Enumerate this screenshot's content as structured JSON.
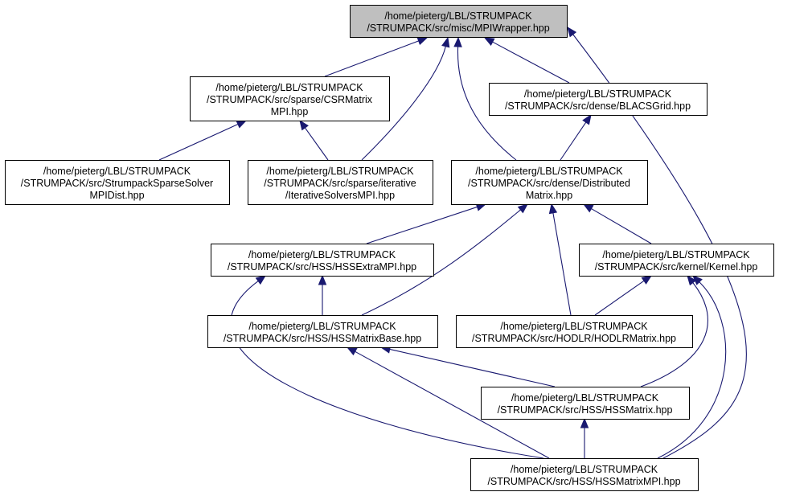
{
  "nodes": [
    {
      "id": "mpiwrapper",
      "lines": [
        "/home/pieterg/LBL/STRUMPACK",
        "/STRUMPACK/src/misc/MPIWrapper.hpp"
      ],
      "highlight": true
    },
    {
      "id": "csrmatrixmpi",
      "lines": [
        "/home/pieterg/LBL/STRUMPACK",
        "/STRUMPACK/src/sparse/CSRMatrix",
        "MPI.hpp"
      ]
    },
    {
      "id": "blacsgrid",
      "lines": [
        "/home/pieterg/LBL/STRUMPACK",
        "/STRUMPACK/src/dense/BLACSGrid.hpp"
      ]
    },
    {
      "id": "sparsesolvermpidist",
      "lines": [
        "/home/pieterg/LBL/STRUMPACK",
        "/STRUMPACK/src/StrumpackSparseSolver",
        "MPIDist.hpp"
      ]
    },
    {
      "id": "iterativesolversmpi",
      "lines": [
        "/home/pieterg/LBL/STRUMPACK",
        "/STRUMPACK/src/sparse/iterative",
        "/IterativeSolversMPI.hpp"
      ]
    },
    {
      "id": "distributedmatrix",
      "lines": [
        "/home/pieterg/LBL/STRUMPACK",
        "/STRUMPACK/src/dense/Distributed",
        "Matrix.hpp"
      ]
    },
    {
      "id": "hssextrampi",
      "lines": [
        "/home/pieterg/LBL/STRUMPACK",
        "/STRUMPACK/src/HSS/HSSExtraMPI.hpp"
      ]
    },
    {
      "id": "kernel",
      "lines": [
        "/home/pieterg/LBL/STRUMPACK",
        "/STRUMPACK/src/kernel/Kernel.hpp"
      ]
    },
    {
      "id": "hssmatrixbase",
      "lines": [
        "/home/pieterg/LBL/STRUMPACK",
        "/STRUMPACK/src/HSS/HSSMatrixBase.hpp"
      ]
    },
    {
      "id": "hodlrmatrix",
      "lines": [
        "/home/pieterg/LBL/STRUMPACK",
        "/STRUMPACK/src/HODLR/HODLRMatrix.hpp"
      ]
    },
    {
      "id": "hssmatrix",
      "lines": [
        "/home/pieterg/LBL/STRUMPACK",
        "/STRUMPACK/src/HSS/HSSMatrix.hpp"
      ]
    },
    {
      "id": "hssmatrixmpi",
      "lines": [
        "/home/pieterg/LBL/STRUMPACK",
        "/STRUMPACK/src/HSS/HSSMatrixMPI.hpp"
      ]
    }
  ],
  "edges": [
    {
      "from": "csrmatrixmpi",
      "to": "mpiwrapper"
    },
    {
      "from": "iterativesolversmpi",
      "to": "mpiwrapper"
    },
    {
      "from": "distributedmatrix",
      "to": "mpiwrapper"
    },
    {
      "from": "blacsgrid",
      "to": "mpiwrapper"
    },
    {
      "from": "hssmatrixmpi",
      "to": "mpiwrapper"
    },
    {
      "from": "sparsesolvermpidist",
      "to": "csrmatrixmpi"
    },
    {
      "from": "iterativesolversmpi",
      "to": "csrmatrixmpi"
    },
    {
      "from": "distributedmatrix",
      "to": "blacsgrid"
    },
    {
      "from": "hssextrampi",
      "to": "distributedmatrix"
    },
    {
      "from": "hssmatrixbase",
      "to": "distributedmatrix"
    },
    {
      "from": "hodlrmatrix",
      "to": "distributedmatrix"
    },
    {
      "from": "kernel",
      "to": "distributedmatrix"
    },
    {
      "from": "hssmatrixbase",
      "to": "hssextrampi"
    },
    {
      "from": "hssmatrixmpi",
      "to": "hssextrampi"
    },
    {
      "from": "hodlrmatrix",
      "to": "kernel"
    },
    {
      "from": "hssmatrix",
      "to": "kernel"
    },
    {
      "from": "hssmatrixmpi",
      "to": "kernel"
    },
    {
      "from": "hssmatrix",
      "to": "hssmatrixbase"
    },
    {
      "from": "hssmatrixmpi",
      "to": "hssmatrixbase"
    },
    {
      "from": "hssmatrixmpi",
      "to": "hssmatrix"
    }
  ]
}
